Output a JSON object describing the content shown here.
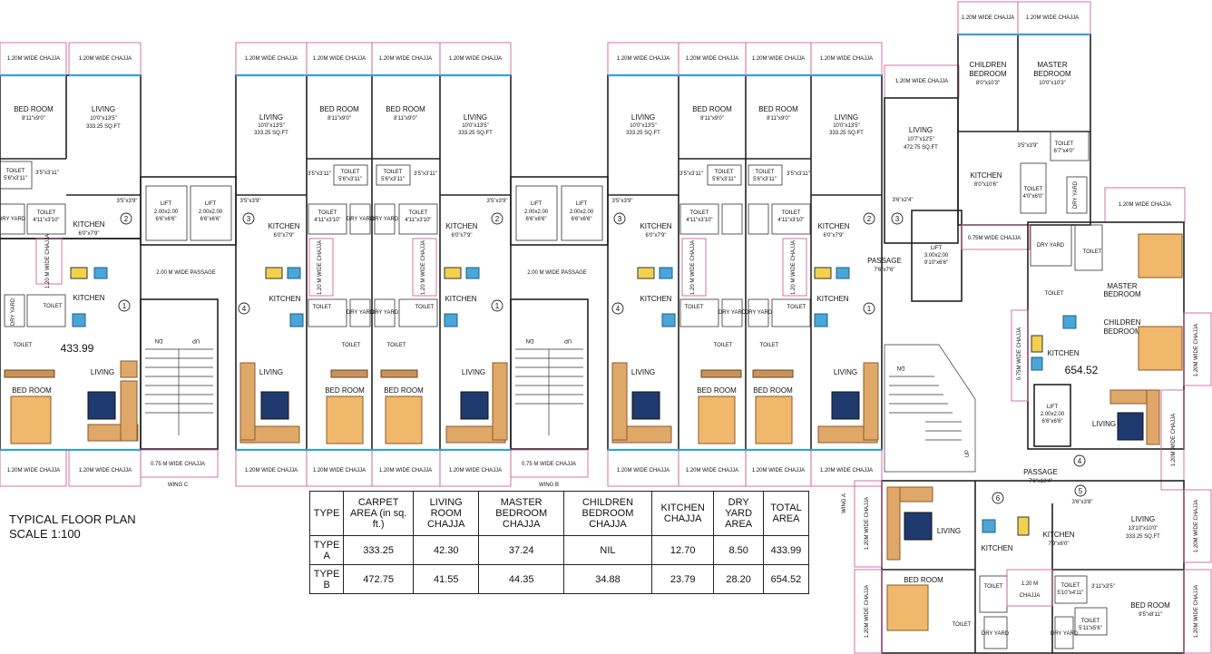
{
  "title": {
    "line1": "TYPICAL FLOOR PLAN",
    "line2": "SCALE 1:100"
  },
  "wings": [
    "WING C",
    "WING B",
    "WING A"
  ],
  "room_labels": {
    "chajja_120": "1.20M WIDE CHAJJA",
    "chajja_075": "0.75M WIDE CHAJJA",
    "chajja_075_b": "0.75 M WIDE CHAJJA",
    "chajja_120_short": "1.20 M WIDE CHAJJA",
    "chajja_120_m": "1.20 M",
    "chajja_word": "CHAJJA",
    "bed_room": "BED ROOM",
    "bed_room_size": "8'11\"x9'0\"",
    "bed_room_b_size": "9'5\"x8'11\"",
    "living": "LIVING",
    "living_a_size": "10'0\"x13'5\"",
    "living_a_area": "333.25 SQ.FT",
    "living_b_size": "10'7\"x12'5\"",
    "living_b_area": "472.75 SQ.FT",
    "living_b2_size": "13'10\"x10'0\"",
    "kitchen": "KITCHEN",
    "kitchen_size": "6'0\"x7'9\"",
    "kitchen_b_size": "8'0\"x10'6\"",
    "kitchen_c_size": "7'9\"x6'0\"",
    "toilet": "TOILET",
    "toilet_size1": "5'6\"x3'11\"",
    "toilet_size2": "4'11\"x3'10\"",
    "toilet_size3": "6'7\"x4'0\"",
    "toilet_size4": "4'0\"x6'0\"",
    "toilet_size5": "5'10\"x4'11\"",
    "toilet_size6": "5'11\"x5'6\"",
    "dry_yard": "DRY YARD",
    "lift": "LIFT",
    "lift_size": "2.00x2.00",
    "lift_size_ft": "6'6\"x6'6\"",
    "lift_b_size": "3.00x2.00",
    "lift_b_size_ft": "9'10\"x6'6\"",
    "passage": "PASSAGE",
    "passage_size1": "7'6\"x7'6\"",
    "passage_size2": "7'6\"x10'4\"",
    "wide_passage": "2.00 M WIDE PASSAGE",
    "children_bedroom": "CHILDREN BEDROOM",
    "children_size": "8'0\"x10'3\"",
    "master_bedroom": "MASTER BEDROOM",
    "master_size": "10'0\"x10'3\"",
    "master_bed_short": "MASTER",
    "children_short": "CHILDREN",
    "bedroom_word": "BEDROOM",
    "dim_35": "3'5\"x3'9\"",
    "dim_36": "3'6\"x2'4\"",
    "dim_35b": "3'5\"x3'11\"",
    "dim_311": "3'11\"x3'5\"",
    "dim_36b": "3'6\"x3'8\"",
    "area_a": "433.99",
    "area_b": "654.52",
    "up": "UP",
    "dn": "DN"
  },
  "markers": [
    "1",
    "2",
    "3",
    "4",
    "5",
    "6"
  ],
  "area_table": {
    "headers": [
      "TYPE",
      "CARPET AREA (in sq. ft.)",
      "LIVING ROOM CHAJJA",
      "MASTER BEDROOM CHAJJA",
      "CHILDREN BEDROOM CHAJJA",
      "KITCHEN CHAJJA",
      "DRY YARD AREA",
      "TOTAL AREA"
    ],
    "rows": [
      [
        "TYPE A",
        "333.25",
        "42.30",
        "37.24",
        "NIL",
        "12.70",
        "8.50",
        "433.99"
      ],
      [
        "TYPE B",
        "472.75",
        "41.55",
        "44.35",
        "34.88",
        "23.79",
        "28.20",
        "654.52"
      ]
    ]
  },
  "colors": {
    "wall": "#222222",
    "chajja_border": "#d0649a",
    "window": "#39a0d8",
    "sofa": "#e0a868",
    "bed": "#f0b86a",
    "rug": "#1f3a6e"
  }
}
